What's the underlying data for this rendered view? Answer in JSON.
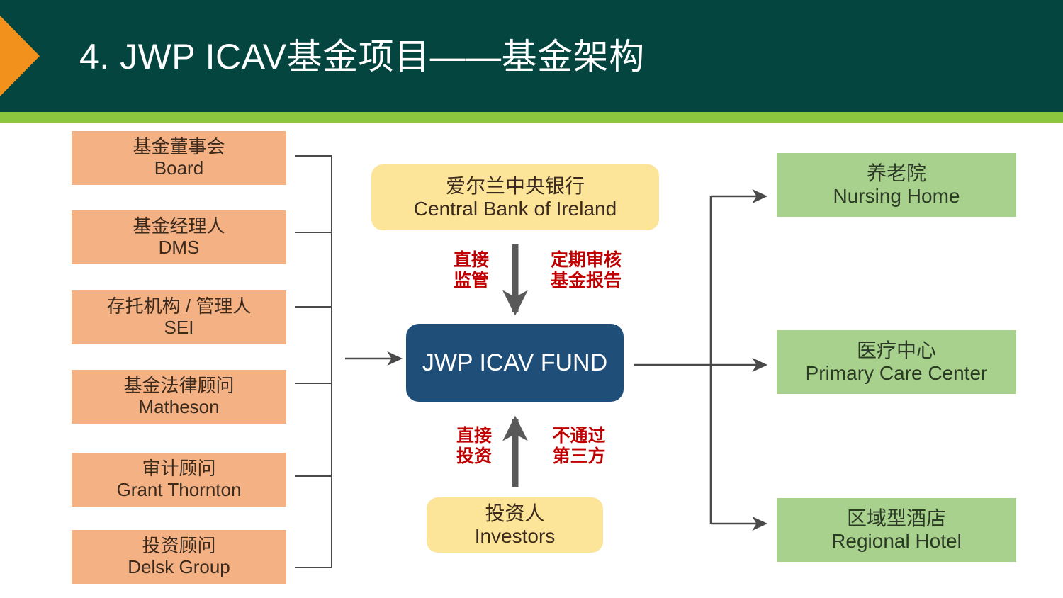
{
  "slide": {
    "title": "4. JWP ICAV基金项目——基金架构",
    "colors": {
      "header_bg": "#04453F",
      "accent_chevron": "#F2911B",
      "accent_bar": "#8CC63E",
      "orange_box": "#F4B183",
      "green_box": "#A9D18E",
      "yellow_box": "#FCE599",
      "blue_box": "#1F4E79",
      "red_text": "#C00000",
      "connector": "#4A4A4A"
    }
  },
  "service_providers": [
    {
      "cn": "基金董事会",
      "en": "Board"
    },
    {
      "cn": "基金经理人",
      "en": "DMS"
    },
    {
      "cn": "存托机构 / 管理人",
      "en": "SEI"
    },
    {
      "cn": "基金法律顾问",
      "en": "Matheson"
    },
    {
      "cn": "审计顾问",
      "en": "Grant Thornton"
    },
    {
      "cn": "投资顾问",
      "en": "Delsk Group"
    }
  ],
  "center": {
    "regulator": {
      "cn": "爱尔兰中央银行",
      "en": "Central Bank of Ireland"
    },
    "fund": {
      "label": "JWP ICAV FUND"
    },
    "investors": {
      "cn": "投资人",
      "en": "Investors"
    },
    "flow_labels": {
      "top_left": "直接\n监管",
      "top_right": "定期审核\n基金报告",
      "bottom_left": "直接\n投资",
      "bottom_right": "不通过\n第三方"
    },
    "flow_labels_lines": {
      "top_left_1": "直接",
      "top_left_2": "监管",
      "top_right_1": "定期审核",
      "top_right_2": "基金报告",
      "bottom_left_1": "直接",
      "bottom_left_2": "投资",
      "bottom_right_1": "不通过",
      "bottom_right_2": "第三方"
    }
  },
  "assets": [
    {
      "cn": "养老院",
      "en": "Nursing Home"
    },
    {
      "cn": "医疗中心",
      "en": "Primary Care Center"
    },
    {
      "cn": "区域型酒店",
      "en": "Regional Hotel"
    }
  ]
}
